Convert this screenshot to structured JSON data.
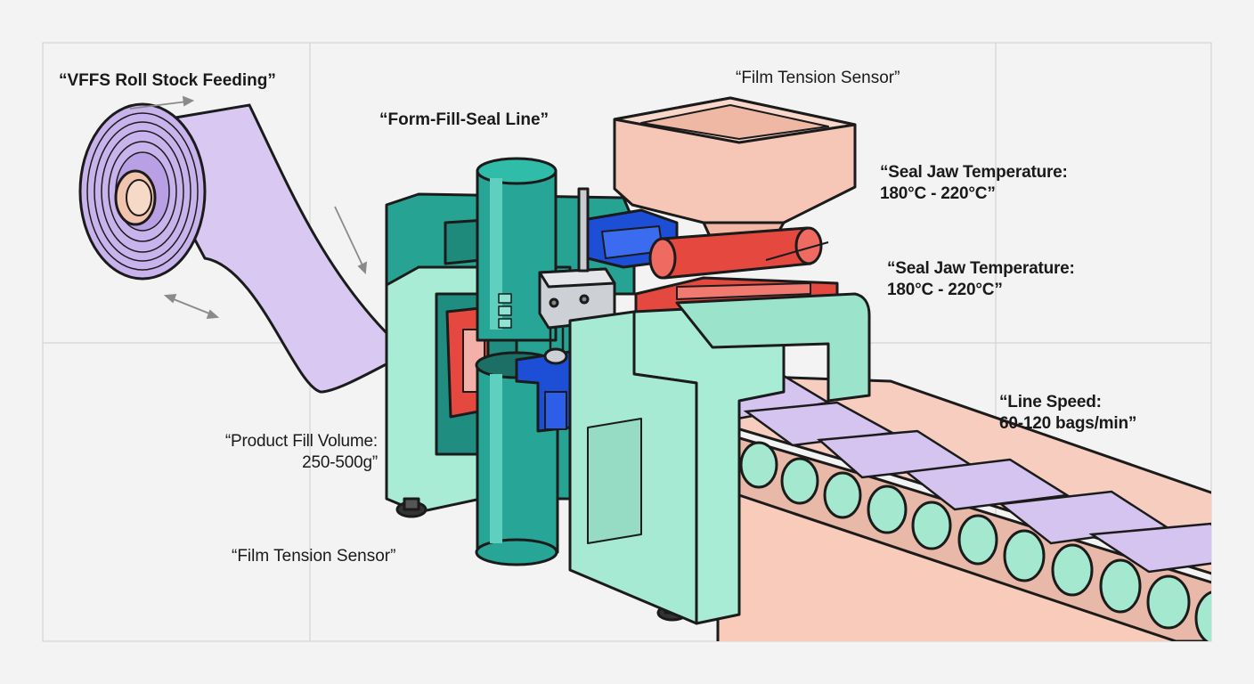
{
  "labels": {
    "roll_stock": "“VFFS Roll Stock Feeding”",
    "form_fill_seal": "“Form-Fill-Seal Line”",
    "film_tension_top": "“Film Tension Sensor”",
    "seal_jaw_1": "“Seal Jaw Temperature:\n180°C - 220°C”",
    "seal_jaw_2": "“Seal Jaw Temperature:\n180°C - 220°C”",
    "line_speed": "“Line Speed:\n60-120 bags/min”",
    "fill_volume": "“Product Fill Volume:\n250-500g”",
    "film_tension_bottom": "“Film Tension Sensor”"
  },
  "colors": {
    "background": "#f3f3f3",
    "grid": "#d4d4d4",
    "outline": "#1b1b1b",
    "machine_teal": "#27a596",
    "machine_mint": "#a9ecd6",
    "film_lilac": "#d7c6f0",
    "film_lilac_dark": "#a98bd8",
    "hopper_peach": "#f6c7b7",
    "seal_red": "#e5483f",
    "jaw_blue": "#1d4fd6",
    "roller_mint": "#9fe6cc",
    "conveyor_peach": "#f8cbbb",
    "steel_grey": "#c9cdd2"
  }
}
